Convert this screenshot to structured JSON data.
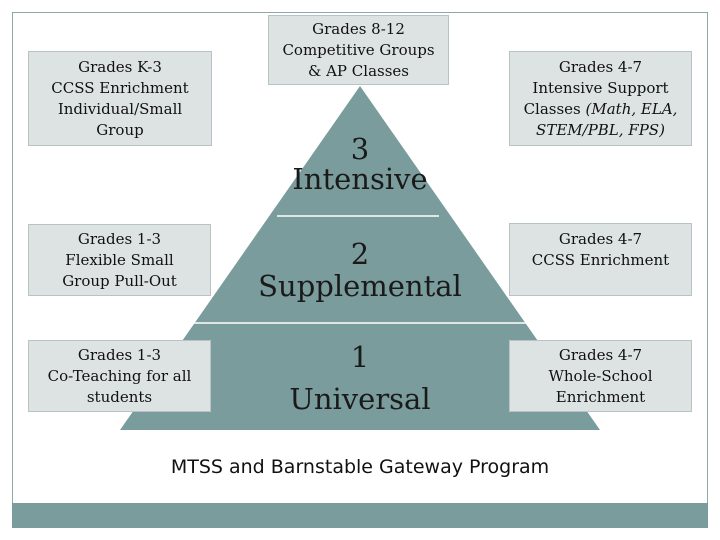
{
  "colors": {
    "pyramid_fill": "#7a9c9c",
    "divider": "#ffffff",
    "box_fill": "#dde3e3",
    "box_border": "#b8c4c4",
    "footer_bar": "#7a9c9c"
  },
  "boxes": {
    "k3_enrichment": {
      "lines": [
        "Grades K-3",
        "CCSS Enrichment",
        "Individual/Small",
        "Group"
      ]
    },
    "g812_competitive": {
      "lines": [
        "Grades 8-12",
        "Competitive Groups",
        "& AP Classes"
      ]
    },
    "g47_intensive": {
      "lines": [
        "Grades 4-7",
        "Intensive Support",
        "Classes"
      ],
      "italic": "(Math, ELA,",
      "italic2": "STEM/PBL, FPS)"
    },
    "g13_pullout": {
      "lines": [
        "Grades 1-3",
        "Flexible Small",
        "Group Pull-Out"
      ]
    },
    "g47_ccss": {
      "lines": [
        "Grades 4-7",
        "CCSS Enrichment"
      ]
    },
    "g13_coteaching": {
      "lines": [
        "Grades 1-3",
        "Co-Teaching for all",
        "students"
      ]
    },
    "g47_wholeschool": {
      "lines": [
        "Grades 4-7",
        "Whole-School",
        "Enrichment"
      ]
    }
  },
  "pyramid": {
    "tier3": {
      "number": "3",
      "label": "Intensive"
    },
    "tier2": {
      "number": "2",
      "label": "Supplemental"
    },
    "tier1": {
      "number": "1",
      "label": "Universal"
    }
  },
  "caption": "MTSS and Barnstable Gateway Program"
}
